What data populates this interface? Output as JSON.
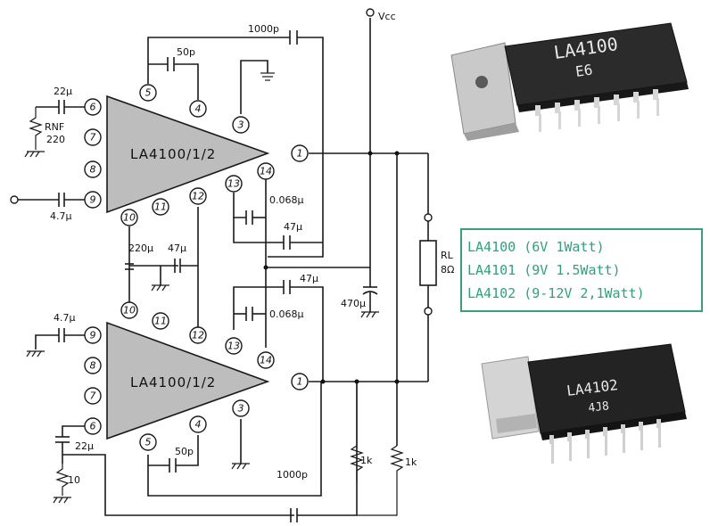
{
  "supply_label": "Vcc",
  "amplifiers": [
    {
      "label": "LA4100/1/2"
    },
    {
      "label": "LA4100/1/2"
    }
  ],
  "pins_top": [
    "5",
    "4",
    "3",
    "6",
    "7",
    "8",
    "9",
    "10",
    "11",
    "12",
    "13",
    "14",
    "1"
  ],
  "pins_bottom": [
    "10",
    "11",
    "12",
    "13",
    "9",
    "8",
    "7",
    "6",
    "5",
    "4",
    "3",
    "14",
    "1"
  ],
  "components": {
    "c_feedback_top": "1000p",
    "c_comp_top": "50p",
    "c_in_nf_top": "22μ",
    "r_nf": "RNF",
    "r_nf_value": "220",
    "c_input_top": "4.7μ",
    "c_bypass_top": "0.068μ",
    "c_boot_top": "47μ",
    "c_ripple_a": "220μ",
    "c_ripple_b": "47μ",
    "c_boot_bot": "47μ",
    "c_bypass_bot": "0.068μ",
    "c_supply": "470μ",
    "c_input_bot": "4.7μ",
    "c_in_nf_bot": "22μ",
    "r_nf_bot": "10",
    "c_comp_bot": "50p",
    "c_feedback_bot": "1000p",
    "r_load": "RL",
    "r_load_value": "8Ω",
    "r_div_a": "1k",
    "r_div_b": "1k"
  },
  "chips": [
    {
      "marking": "LA4100",
      "code": "E6"
    },
    {
      "marking": "LA4102",
      "code": "4J8"
    }
  ],
  "specs": [
    "LA4100 (6V 1Watt)",
    "LA4101 (9V 1.5Watt)",
    "LA4102 (9-12V 2,1Watt)"
  ]
}
